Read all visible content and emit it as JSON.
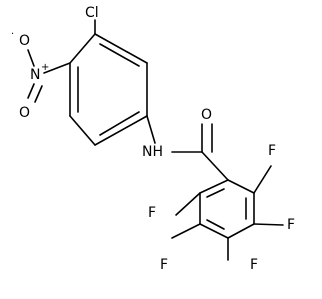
{
  "molecule": {
    "atoms": {
      "cl": "Cl",
      "n_nitro": "N",
      "n_plus": "+",
      "o_top": "O",
      "o_dot": "·",
      "o_bottom": "O",
      "nh": "NH",
      "o_carbonyl": "O",
      "f1": "F",
      "f2": "F",
      "f3": "F",
      "f4": "F",
      "f5": "F"
    }
  }
}
